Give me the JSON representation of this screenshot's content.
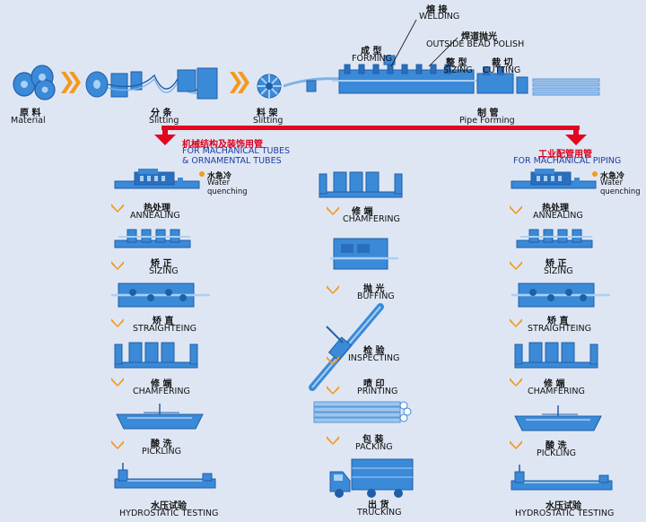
{
  "colors": {
    "machine": "#3b8ad8",
    "machine_dark": "#1f5fa8",
    "arrow_orange": "#f39a1e",
    "arrow_red": "#e0071f",
    "bg": "#dfe6f3"
  },
  "top": {
    "material": {
      "zh": "原 料",
      "en": "Material"
    },
    "slitting1": {
      "zh": "分 条",
      "en": "Slitting"
    },
    "slitting2": {
      "zh": "料 架",
      "en": "Slitting"
    },
    "forming": {
      "zh": "成 型",
      "en": "FORMING"
    },
    "welding": {
      "zh": "熔 接",
      "en": "WELDING"
    },
    "bead": {
      "zh": "焊道抛光",
      "en": "OUTSIDE BEAD POLISH"
    },
    "sizing": {
      "zh": "整 型",
      "en": "SIZING"
    },
    "cutting": {
      "zh": "裁 切",
      "en": "CUTTING"
    },
    "pipe_forming": {
      "zh": "制 管",
      "en": "Pipe Forming"
    }
  },
  "left_branch": {
    "zh": "机械结构及装饰用管",
    "en1": "FOR MACHANICAL TUBES",
    "en2": "& ORNAMENTAL TUBES"
  },
  "right_branch": {
    "zh": "工业配管用管",
    "en": "FOR MACHANICAL PIPING"
  },
  "water": {
    "zh": "水急冷",
    "en1": "Water",
    "en2": "quenching"
  },
  "left_steps": [
    {
      "zh": "热处理",
      "en": "ANNEALING"
    },
    {
      "zh": "矫 正",
      "en": "SIZING"
    },
    {
      "zh": "矫 直",
      "en": "STRAIGHTEING"
    },
    {
      "zh": "修 端",
      "en": "CHAMFERING"
    },
    {
      "zh": "酸 洗",
      "en": "PICKLING"
    },
    {
      "zh": "水压试验",
      "en": "HYDROSTATIC TESTING"
    }
  ],
  "mid_steps": [
    {
      "zh": "修 端",
      "en": "CHAMFERING"
    },
    {
      "zh": "抛 光",
      "en": "BUFFING"
    },
    {
      "zh": "检 验",
      "en": "INSPECTING"
    },
    {
      "zh": "喷 印",
      "en": "PRINTING"
    },
    {
      "zh": "包 装",
      "en": "PACKING"
    },
    {
      "zh": "出 货",
      "en": "TRUCKING"
    }
  ],
  "right_steps": [
    {
      "zh": "热处理",
      "en": "ANNEALING"
    },
    {
      "zh": "矫 正",
      "en": "SIZING"
    },
    {
      "zh": "矫 直",
      "en": "STRAIGHTEING"
    },
    {
      "zh": "修 端",
      "en": "CHAMFERING"
    },
    {
      "zh": "酸 洗",
      "en": "PICKLING"
    },
    {
      "zh": "水压试验",
      "en": "HYDROSTATIC TESTING"
    }
  ]
}
